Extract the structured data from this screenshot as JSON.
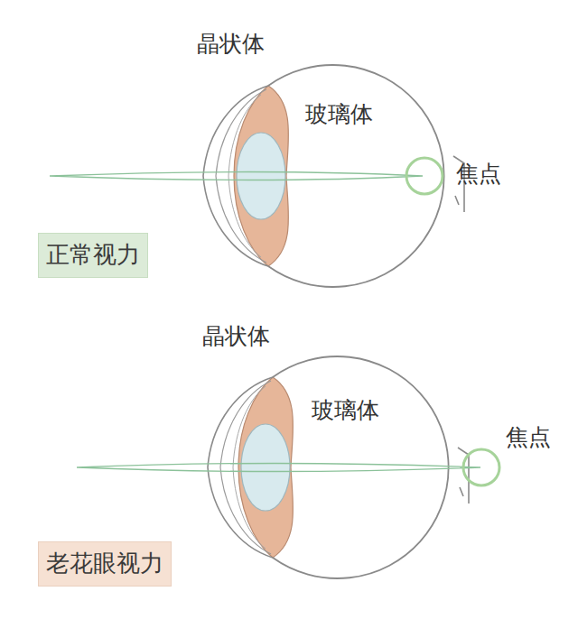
{
  "diagram": {
    "nodes": [
      {
        "text": [
          "正常视力"
        ]
      },
      {
        "text": [
          "老花眼视力"
        ]
      }
    ],
    "labels": [
      "晶状体",
      "玻璃体",
      "焦点",
      "晶状体",
      "玻璃体",
      "焦点"
    ]
  }
}
